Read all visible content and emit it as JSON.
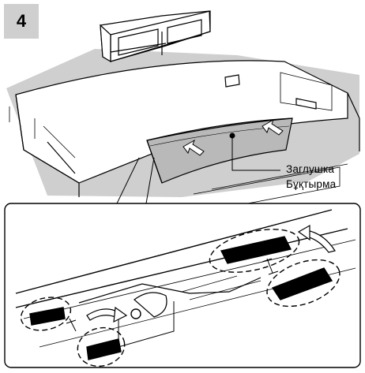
{
  "step": {
    "number": "4"
  },
  "labels": {
    "part_name_primary": "Заглушка",
    "part_name_secondary": "Бұқтырма"
  },
  "colors": {
    "surface_shadow": "#cfcfcf",
    "cover_gray": "#b9b9b9",
    "line": "#000000",
    "arrow_fill": "#ffffff"
  }
}
